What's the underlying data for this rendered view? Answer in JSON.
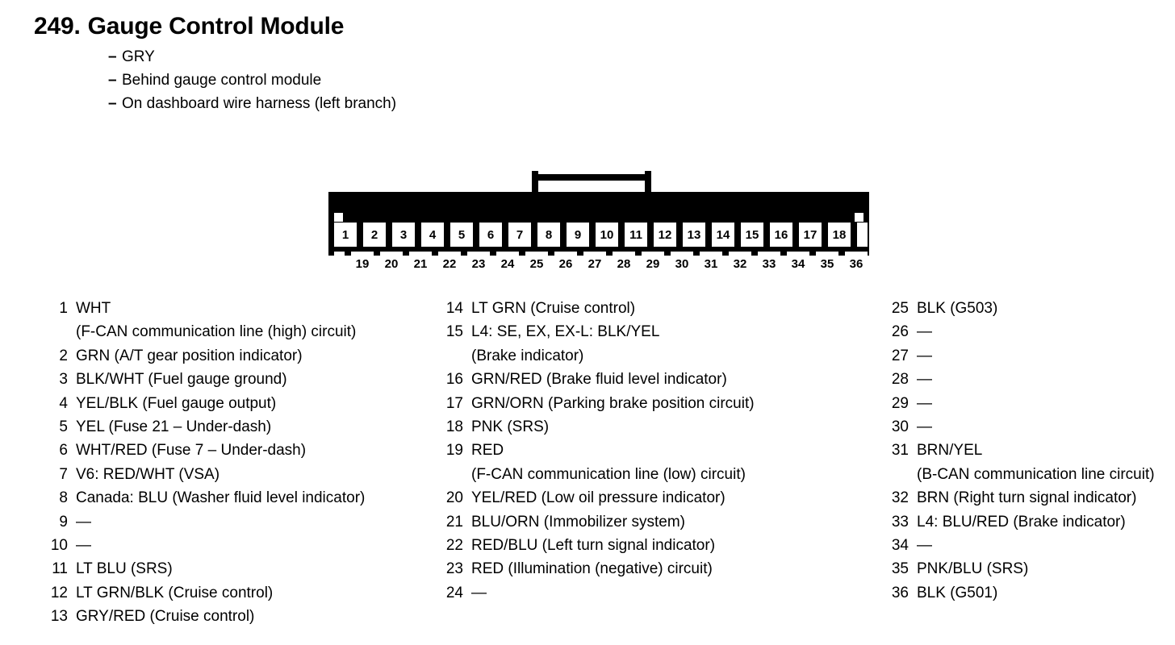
{
  "header": {
    "number": "249.",
    "title": "Gauge Control Module",
    "descriptors": [
      {
        "dash": "–",
        "text": "GRY"
      },
      {
        "dash": "–",
        "text": "Behind gauge control module"
      },
      {
        "dash": "–",
        "text": "On dashboard wire harness (left branch)"
      }
    ]
  },
  "connector": {
    "top_row": [
      "1",
      "2",
      "3",
      "4",
      "5",
      "6",
      "7",
      "8",
      "9",
      "10",
      "11",
      "12",
      "13",
      "14",
      "15",
      "16",
      "17",
      "18"
    ],
    "bottom_row": [
      "19",
      "20",
      "21",
      "22",
      "23",
      "24",
      "25",
      "26",
      "27",
      "28",
      "29",
      "30",
      "31",
      "32",
      "33",
      "34",
      "35",
      "36"
    ],
    "latch_label": "connector-latch",
    "color": "#000000",
    "cavity_color": "#ffffff"
  },
  "legend": {
    "columns": [
      {
        "entries": [
          {
            "number": "1",
            "text": "WHT",
            "cont": "(F-CAN communication line (high) circuit)"
          },
          {
            "number": "2",
            "text": "GRN (A/T gear position indicator)"
          },
          {
            "number": "3",
            "text": "BLK/WHT (Fuel gauge ground)"
          },
          {
            "number": "4",
            "text": "YEL/BLK (Fuel gauge output)"
          },
          {
            "number": "5",
            "text": "YEL (Fuse 21 – Under-dash)"
          },
          {
            "number": "6",
            "text": "WHT/RED (Fuse 7 – Under-dash)"
          },
          {
            "number": "7",
            "text": "V6: RED/WHT (VSA)"
          },
          {
            "number": "8",
            "text": "Canada: BLU (Washer fluid level indicator)"
          },
          {
            "number": "9",
            "text": "—"
          },
          {
            "number": "10",
            "text": "—"
          },
          {
            "number": "11",
            "text": "LT BLU (SRS)"
          },
          {
            "number": "12",
            "text": "LT GRN/BLK (Cruise control)"
          },
          {
            "number": "13",
            "text": "GRY/RED (Cruise control)"
          }
        ]
      },
      {
        "entries": [
          {
            "number": "14",
            "text": "LT GRN (Cruise control)"
          },
          {
            "number": "15",
            "text": "L4: SE, EX, EX-L: BLK/YEL",
            "cont": "(Brake indicator)"
          },
          {
            "number": "16",
            "text": "GRN/RED (Brake fluid level indicator)"
          },
          {
            "number": "17",
            "text": "GRN/ORN (Parking brake position circuit)"
          },
          {
            "number": "18",
            "text": "PNK (SRS)"
          },
          {
            "number": "19",
            "text": "RED",
            "cont": "(F-CAN communication line (low) circuit)"
          },
          {
            "number": "20",
            "text": "YEL/RED (Low oil pressure indicator)"
          },
          {
            "number": "21",
            "text": "BLU/ORN (Immobilizer system)"
          },
          {
            "number": "22",
            "text": "RED/BLU (Left turn signal indicator)"
          },
          {
            "number": "23",
            "text": "RED (Illumination (negative) circuit)"
          },
          {
            "number": "24",
            "text": "—"
          }
        ]
      },
      {
        "entries": [
          {
            "number": "25",
            "text": "BLK (G503)"
          },
          {
            "number": "26",
            "text": "—"
          },
          {
            "number": "27",
            "text": "—"
          },
          {
            "number": "28",
            "text": "—"
          },
          {
            "number": "29",
            "text": "—"
          },
          {
            "number": "30",
            "text": "—"
          },
          {
            "number": "31",
            "text": "BRN/YEL",
            "cont": "(B-CAN communication line circuit)"
          },
          {
            "number": "32",
            "text": "BRN (Right turn signal indicator)"
          },
          {
            "number": "33",
            "text": "L4: BLU/RED (Brake indicator)"
          },
          {
            "number": "34",
            "text": "—"
          },
          {
            "number": "35",
            "text": "PNK/BLU (SRS)"
          },
          {
            "number": "36",
            "text": "BLK (G501)"
          }
        ]
      }
    ]
  }
}
